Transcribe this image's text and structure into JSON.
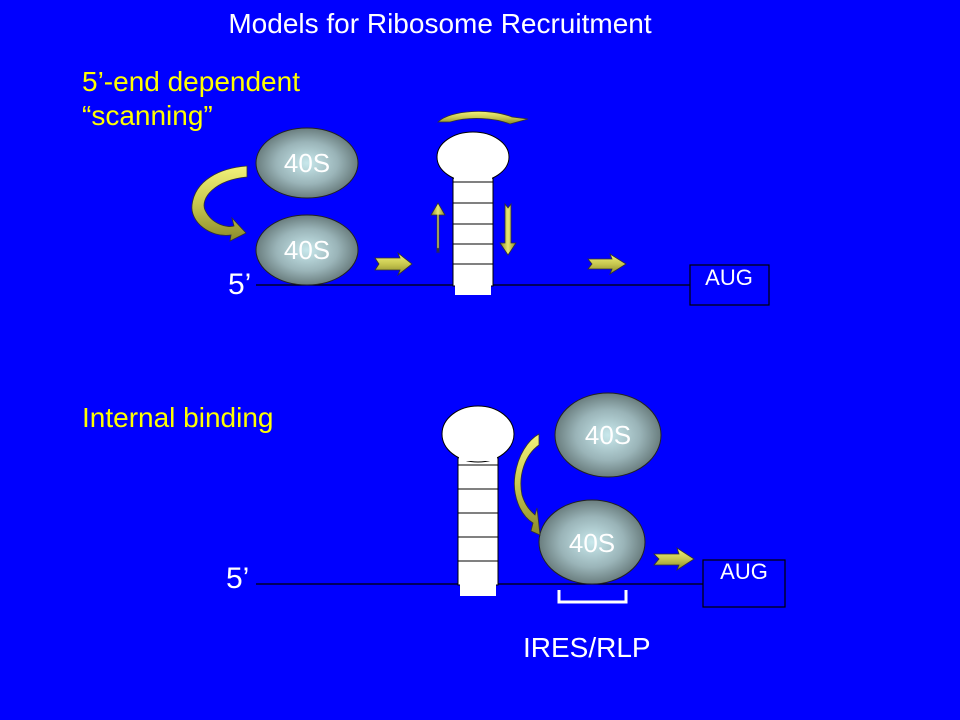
{
  "title": "Models for Ribosome Recruitment",
  "colors": {
    "background": "#0000ff",
    "heading": "#ffff00",
    "text": "#ffffff",
    "arrow": "#cccc44",
    "ribosome": "#7a9090"
  },
  "top_panel": {
    "heading_line1": "5’-end dependent",
    "heading_line2": "“scanning”",
    "ribosome_upper": "40S",
    "ribosome_lower": "40S",
    "five_prime": "5’",
    "start_codon": "AUG"
  },
  "bottom_panel": {
    "heading": "Internal binding",
    "ribosome_upper": "40S",
    "ribosome_lower": "40S",
    "five_prime": "5’",
    "start_codon": "AUG",
    "element_label": "IRES/RLP"
  }
}
